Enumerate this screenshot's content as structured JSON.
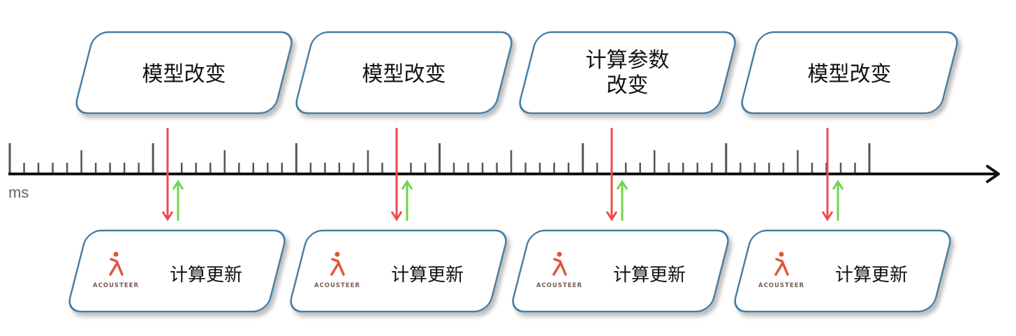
{
  "timeline": {
    "unit_label": "ms",
    "major_groups": 6,
    "subdivisions": 10
  },
  "top_events": [
    {
      "lines": [
        "模型改变"
      ]
    },
    {
      "lines": [
        "模型改变"
      ]
    },
    {
      "lines": [
        "计算参数",
        "改变"
      ]
    },
    {
      "lines": [
        "模型改变"
      ]
    }
  ],
  "bottom_results": [
    {
      "logo_text": "ACOUSTEER",
      "label": "计算更新"
    },
    {
      "logo_text": "ACOUSTEER",
      "label": "计算更新"
    },
    {
      "logo_text": "ACOUSTEER",
      "label": "计算更新"
    },
    {
      "logo_text": "ACOUSTEER",
      "label": "计算更新"
    }
  ],
  "colors": {
    "box_border": "#3f7aa3",
    "request_arrow": "#f04a4a",
    "response_arrow": "#6fd44a",
    "axis": "#111111",
    "tick": "#555555",
    "logo": "#e0543c"
  }
}
